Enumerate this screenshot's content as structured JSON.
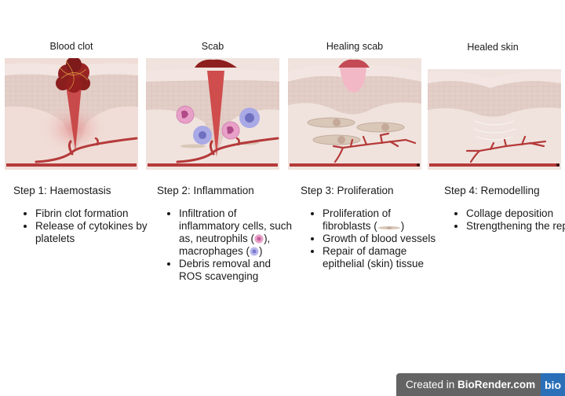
{
  "panels": [
    {
      "title": "Blood clot"
    },
    {
      "title": "Scab"
    },
    {
      "title": "Healing scab"
    },
    {
      "title": "Healed skin"
    }
  ],
  "steps": [
    {
      "heading": "Step 1: Haemostasis",
      "bullets": [
        "Fibrin clot formation",
        "Release of cytokines by platelets"
      ]
    },
    {
      "heading": "Step 2: Inflammation",
      "bullets": [
        "Infiltration of inflammatory cells, such as, neutrophils (",
        "), macrophages (",
        ")",
        "Debris removal and ROS scavenging"
      ]
    },
    {
      "heading": "Step 3: Proliferation",
      "bullets": [
        "Proliferation of fibroblasts (",
        ")",
        "Growth of blood vessels",
        "Repair of damage epithelial (skin) tissue"
      ]
    },
    {
      "heading": "Step 4: Remodelling",
      "bullets": [
        "Collage deposition",
        "Strengthening the repair"
      ]
    }
  ],
  "icons": {
    "neutrophil": "neutrophil-icon",
    "macrophage": "macrophage-icon",
    "fibroblast": "fibroblast-icon"
  },
  "colors": {
    "blood": "#b53a3a",
    "clot": "#8e1f1f",
    "dermis": "#f0ddd7",
    "epidermis": "#e3cfc8",
    "neutrophil": "#e8a0c8",
    "macrophage": "#a9a9e6",
    "fibroblast": "#d9c7b8",
    "badge_bg": "#646464",
    "badge_logo": "#2a6fb8"
  },
  "footer": {
    "prefix": "Created in ",
    "brand": "BioRender.com",
    "logo": "bio"
  }
}
